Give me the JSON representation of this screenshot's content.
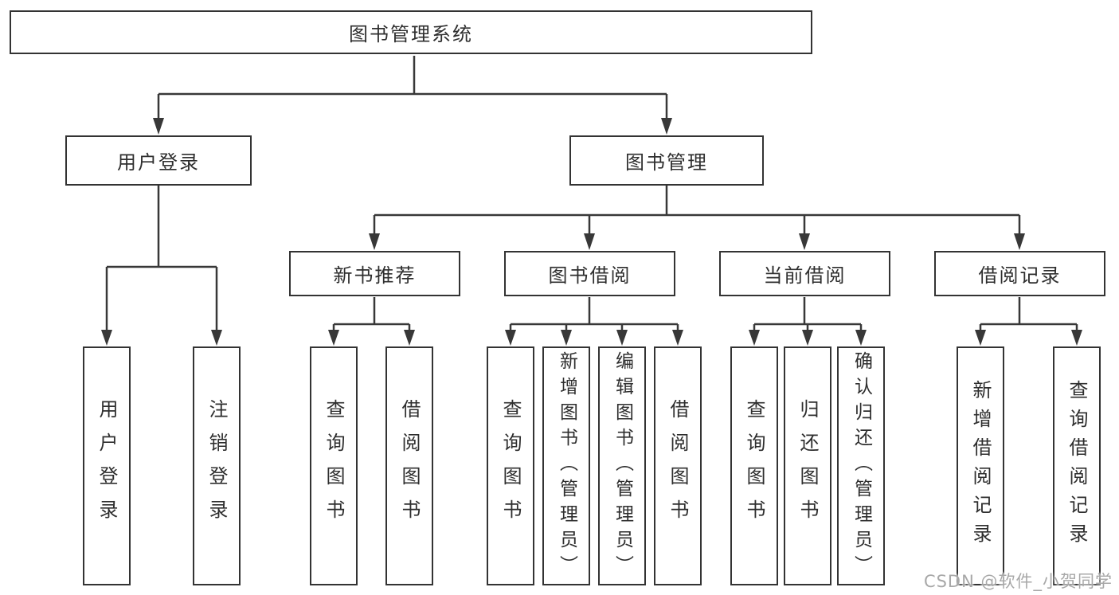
{
  "tree": {
    "root": "图书管理系统",
    "level1": [
      {
        "label": "用户登录",
        "children": [
          "用户登录",
          "注销登录"
        ]
      },
      {
        "label": "图书管理",
        "children": [
          {
            "label": "新书推荐",
            "children": [
              "查询图书",
              "借阅图书"
            ]
          },
          {
            "label": "图书借阅",
            "children": [
              "查询图书",
              "新增图书（管理员）",
              "编辑图书（管理员）",
              "借阅图书"
            ]
          },
          {
            "label": "当前借阅",
            "children": [
              "查询图书",
              "归还图书",
              "确认归还（管理员）"
            ]
          },
          {
            "label": "借阅记录",
            "children": [
              "新增借阅记录",
              "查询借阅记录"
            ]
          }
        ]
      }
    ]
  },
  "watermark": {
    "text": "CSDN @软件_小贺同学",
    "color": "#a8a8a8"
  },
  "colors": {
    "line": "#383838",
    "box_border": "#333333",
    "box_fill": "#ffffff",
    "text": "#2e2e2e",
    "background": "#ffffff"
  }
}
